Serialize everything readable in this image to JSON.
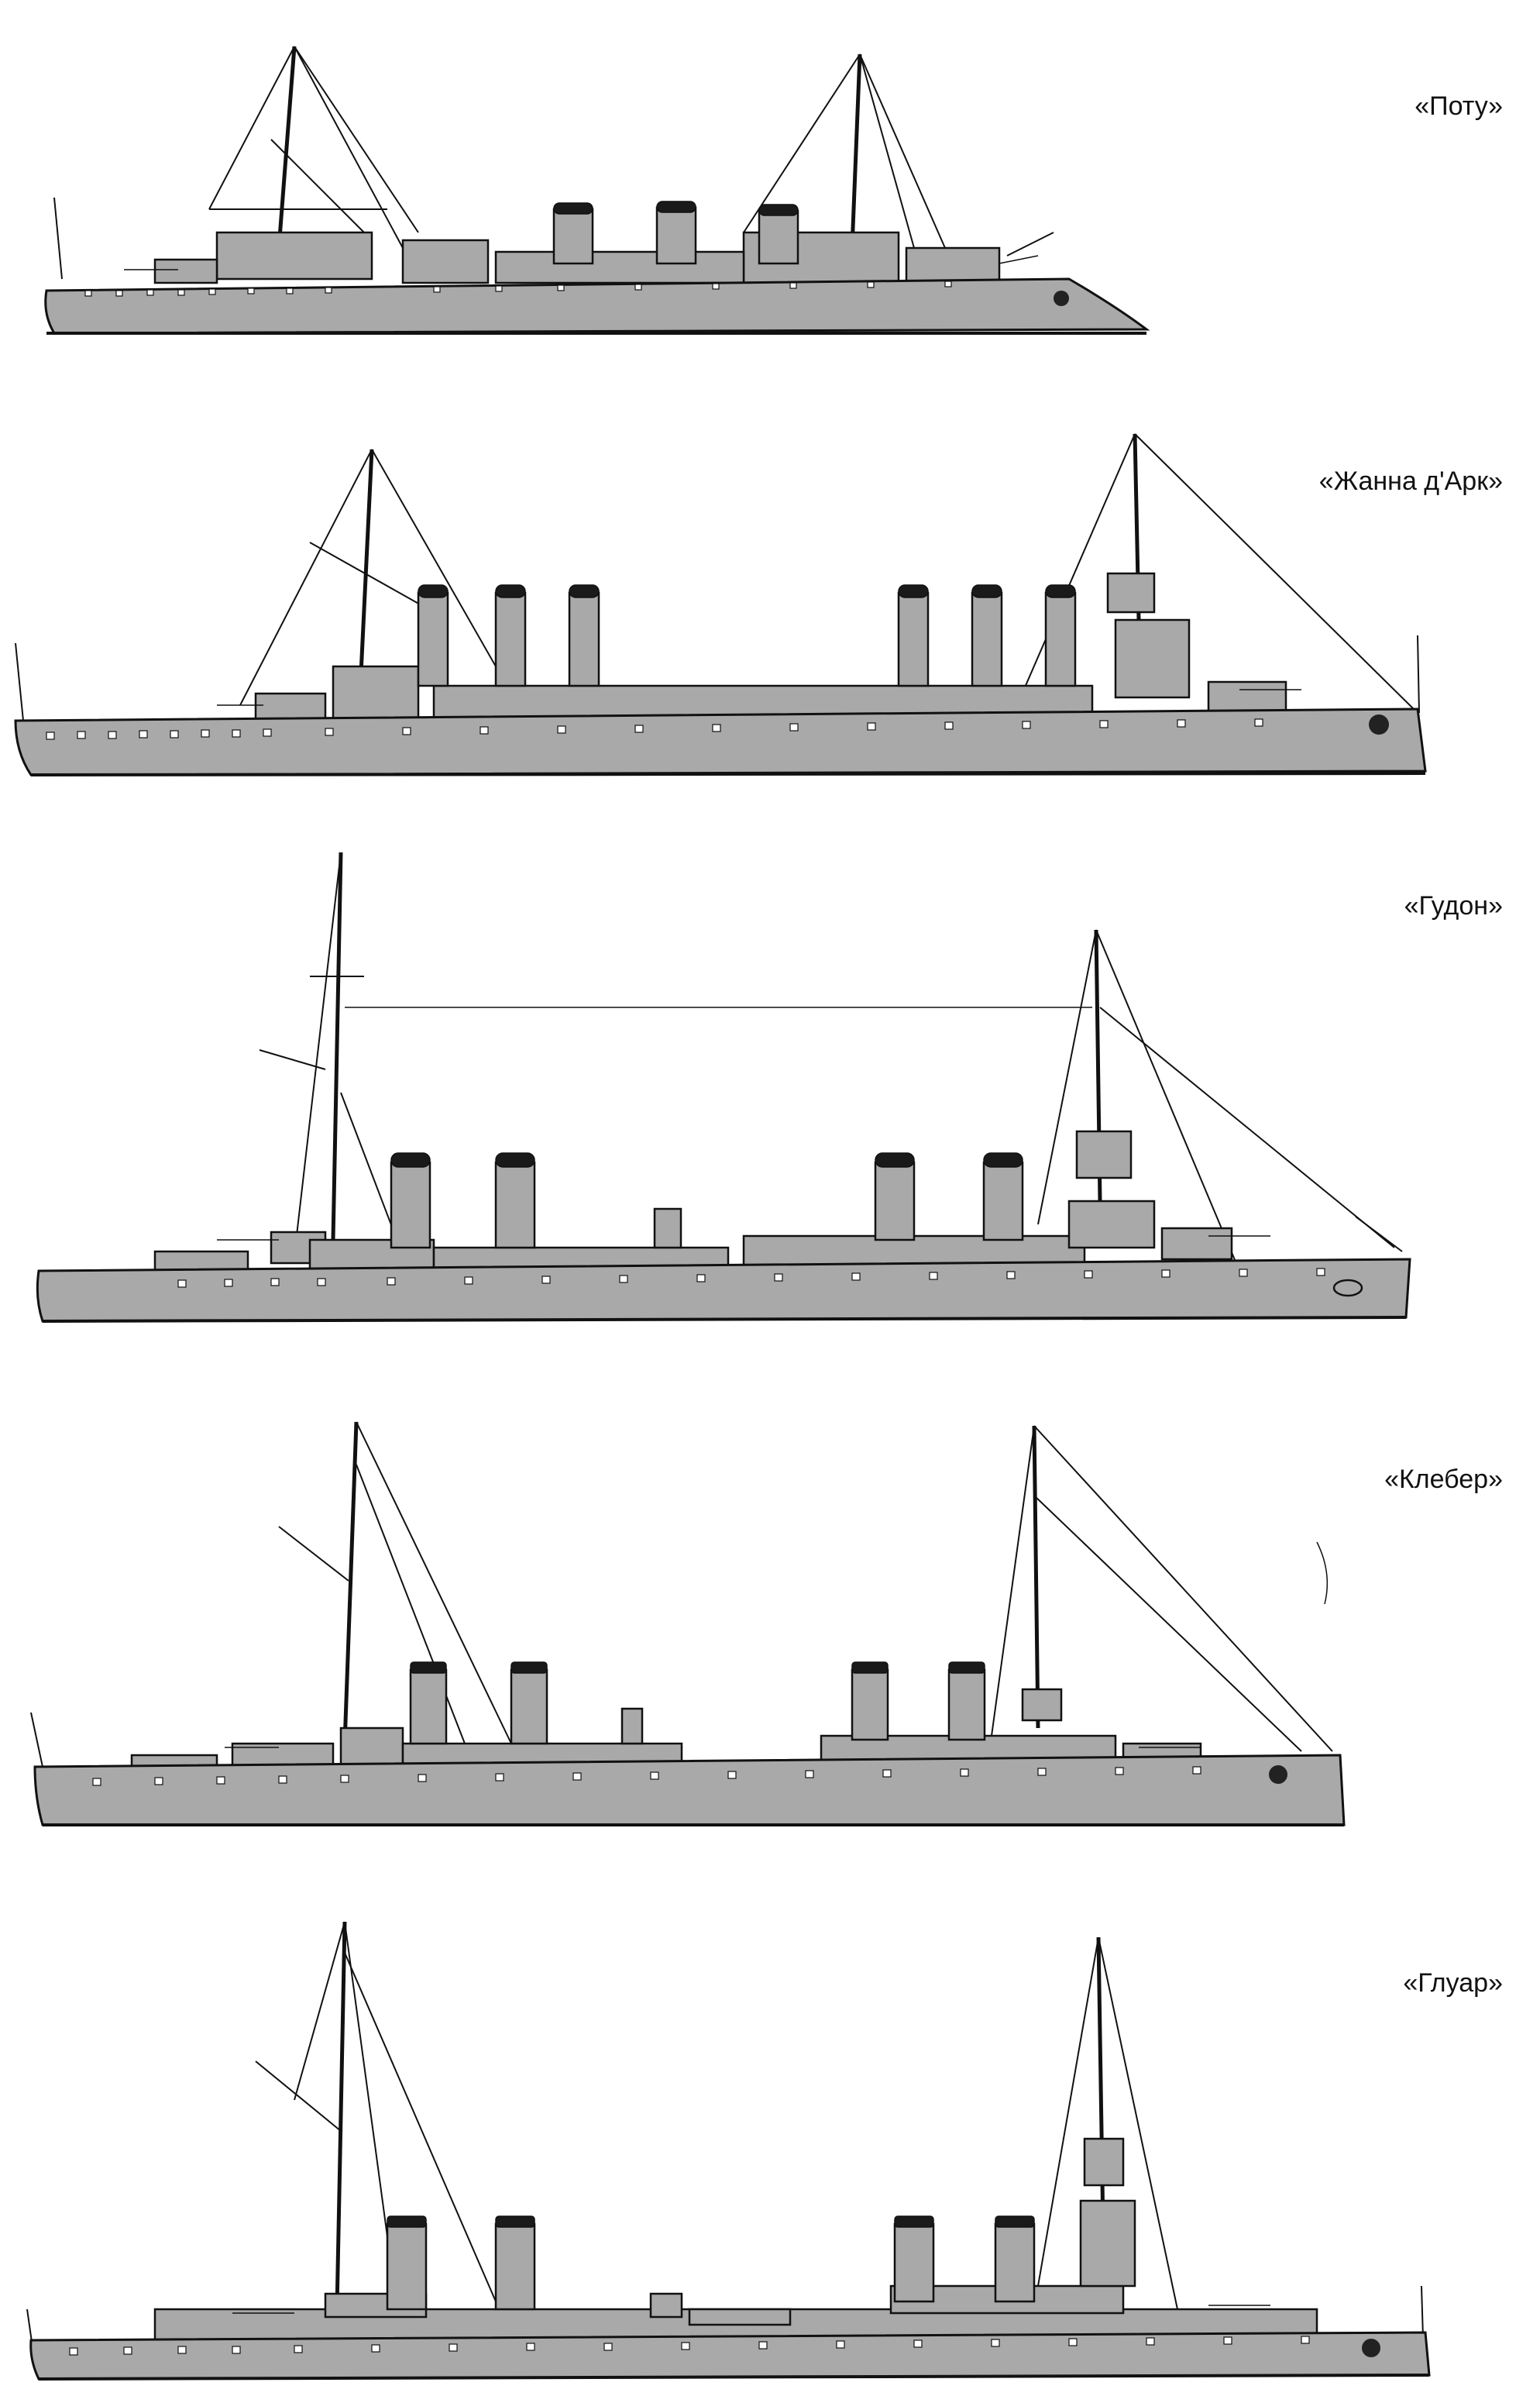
{
  "ships": [
    {
      "label": "«Поту»",
      "colors": {
        "hull": "#a9a9a9",
        "outline": "#111111",
        "funnel_cap": "#1a1a1a"
      }
    },
    {
      "label": "«Жанна д'Арк»",
      "colors": {
        "hull": "#a9a9a9",
        "outline": "#111111",
        "funnel_cap": "#1a1a1a"
      }
    },
    {
      "label": "«Гудон»",
      "colors": {
        "hull": "#a9a9a9",
        "outline": "#111111",
        "funnel_cap": "#1a1a1a"
      }
    },
    {
      "label": "«Клебер»",
      "colors": {
        "hull": "#a9a9a9",
        "outline": "#111111",
        "funnel_cap": "#1a1a1a"
      }
    },
    {
      "label": "«Глуар»",
      "colors": {
        "hull": "#a9a9a9",
        "outline": "#111111",
        "funnel_cap": "#1a1a1a"
      }
    }
  ]
}
